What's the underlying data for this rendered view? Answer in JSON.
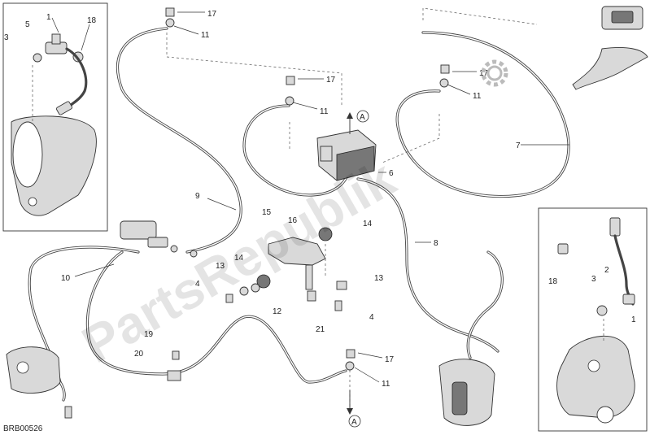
{
  "diagram_code": "BRB00526",
  "watermark": "PartsRepublik",
  "arrow_label": "A",
  "callouts": {
    "c1_left": "1",
    "c2_right": "2",
    "c3_left": "3",
    "c3_right": "3",
    "c5": "5",
    "c18_left": "18",
    "c18_right": "18",
    "c1_right": "1",
    "c17_top": "17",
    "c11_top": "11",
    "c17_mid": "17",
    "c11_mid": "11",
    "c17_right": "17",
    "c11_right": "11",
    "c17_bot": "17",
    "c11_bot": "11",
    "c6": "6",
    "c7": "7",
    "c8": "8",
    "c9": "9",
    "c10": "10",
    "c12": "12",
    "c13_a": "13",
    "c13_b": "13",
    "c14_a": "14",
    "c14_b": "14",
    "c15": "15",
    "c16": "16",
    "c4_a": "4",
    "c4_b": "4",
    "c19": "19",
    "c20": "20",
    "c21": "21"
  },
  "icons": [
    "gear-icon",
    "arrow-up-icon",
    "arrow-down-icon"
  ]
}
